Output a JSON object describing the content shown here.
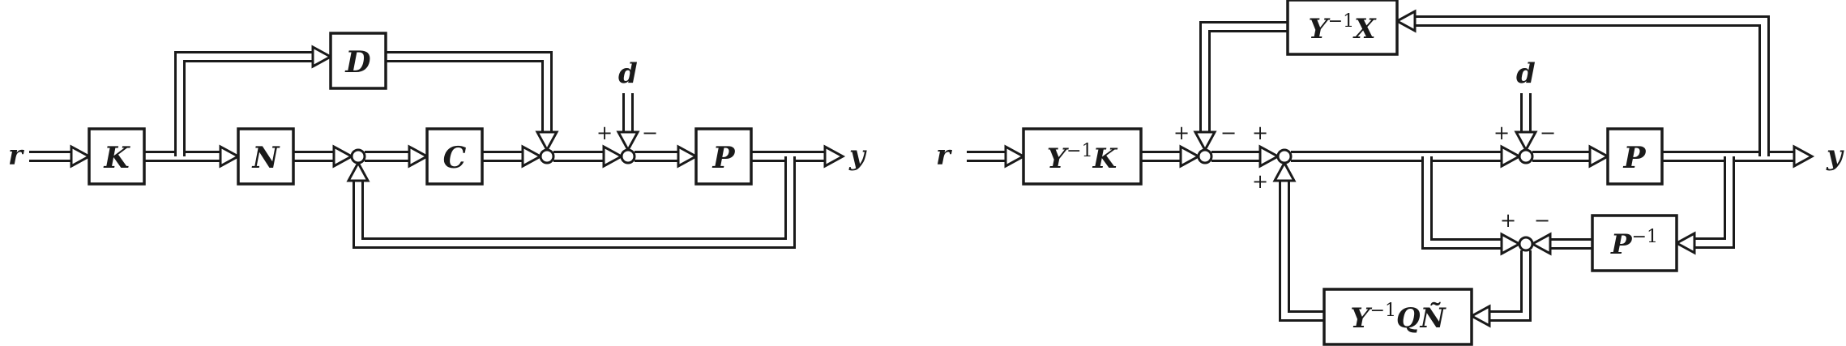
{
  "left_diagram": {
    "input": "r",
    "output": "y",
    "disturbance": "d",
    "blocks": {
      "K": "K",
      "N": "N",
      "D": "D",
      "C": "C",
      "P": "P"
    },
    "signs": {
      "plus": "+",
      "minus": "−"
    }
  },
  "right_diagram": {
    "input": "r",
    "output": "y",
    "disturbance": "d",
    "blocks": {
      "YinvK": {
        "base": "Y",
        "sup": "−1",
        "tail": "K"
      },
      "YinvX": {
        "base": "Y",
        "sup": "−1",
        "tail": "X"
      },
      "P": "P",
      "Pinv": {
        "base": "P",
        "sup": "−1"
      },
      "YinvQN": {
        "base": "Y",
        "sup": "−1",
        "tail": "Q",
        "last": "Ñ"
      }
    },
    "signs": {
      "s1_plus": "+",
      "s1_minus": "−",
      "s2_plus_top": "+",
      "s2_plus_bottom": "+",
      "s3_plus": "+",
      "s3_minus": "−",
      "s4_plus": "+",
      "s4_minus": "−"
    }
  }
}
